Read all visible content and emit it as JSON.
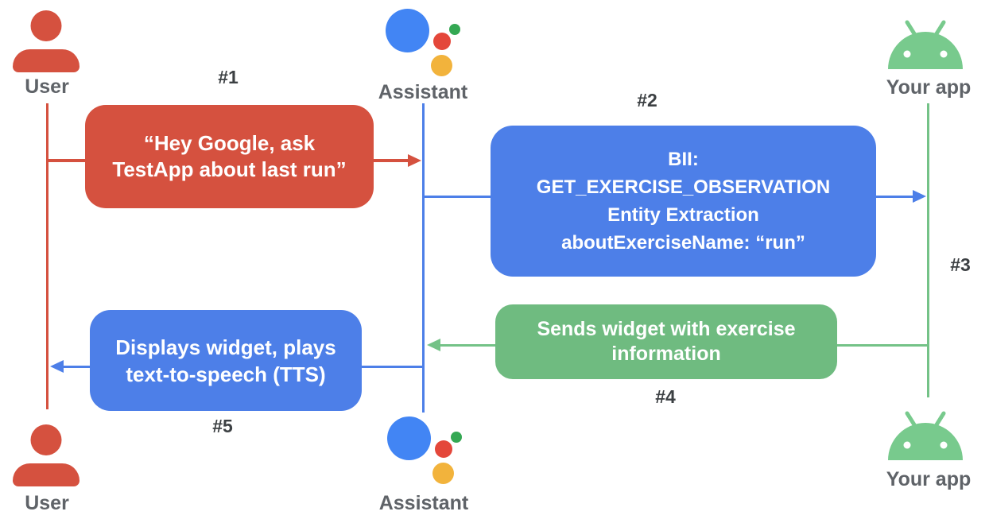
{
  "actors": {
    "user_top": "User",
    "assistant_top": "Assistant",
    "app_top": "Your app",
    "user_bottom": "User",
    "assistant_bottom": "Assistant",
    "app_bottom": "Your app"
  },
  "steps": {
    "s1": "#1",
    "s2": "#2",
    "s3": "#3",
    "s4": "#4",
    "s5": "#5"
  },
  "messages": {
    "m1": {
      "lines": [
        "“Hey Google, ask",
        "TestApp about last run”"
      ]
    },
    "m2": {
      "lines": [
        "BII:",
        "GET_EXERCISE_OBSERVATION",
        "Entity Extraction",
        "aboutExerciseName: “run”"
      ]
    },
    "m4": {
      "lines": [
        "Sends widget with exercise",
        "information"
      ]
    },
    "m5": {
      "lines": [
        "Displays widget, plays",
        "text-to-speech (TTS)"
      ]
    }
  },
  "icons": {
    "user": "person-icon",
    "assistant": "google-assistant-logo",
    "app": "android-logo"
  },
  "colors": {
    "red": "#D5513F",
    "blue": "#4D7FE8",
    "green_box": "#6FBB80",
    "green_line": "#74C287",
    "android_green": "#78CA8D",
    "assistant_blue": "#4285F4",
    "assistant_red": "#E4473A",
    "assistant_yellow": "#F2B33C",
    "assistant_green": "#34A853",
    "actor_label_gray": "#5F6368",
    "step_label_gray": "#3C4043",
    "message_text": "#FFFFFF"
  }
}
